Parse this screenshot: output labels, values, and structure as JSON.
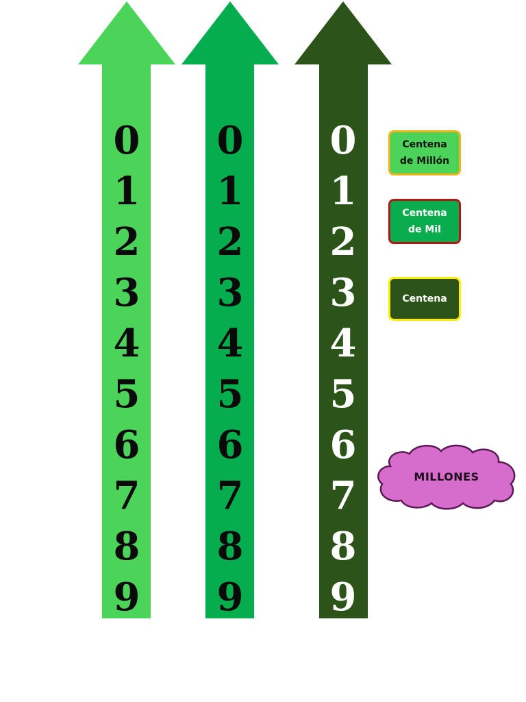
{
  "arrows": [
    {
      "name": "arrow-1",
      "color": "#4cd45a",
      "digit_color": "#0a0a0a",
      "digits": [
        "0",
        "1",
        "2",
        "3",
        "4",
        "5",
        "6",
        "7",
        "8",
        "9"
      ]
    },
    {
      "name": "arrow-2",
      "color": "#06ad4e",
      "digit_color": "#0a0a0a",
      "digits": [
        "0",
        "1",
        "2",
        "3",
        "4",
        "5",
        "6",
        "7",
        "8",
        "9"
      ]
    },
    {
      "name": "arrow-3",
      "color": "#2c5419",
      "digit_color": "#ffffff",
      "digits": [
        "0",
        "1",
        "2",
        "3",
        "4",
        "5",
        "6",
        "7",
        "8",
        "9"
      ]
    }
  ],
  "labels": [
    {
      "text": "Centena\nde Millón",
      "background": "#4cd45a",
      "border": "#f2b418"
    },
    {
      "text": "Centena\nde Mil",
      "background": "#0aad4e",
      "border": "#b51616"
    },
    {
      "text": "Centena",
      "background": "#2c5419",
      "border": "#ffee00"
    }
  ],
  "cloud": {
    "text": "MILLONES",
    "fill": "#d66ccb",
    "stroke": "#5a1a55"
  }
}
